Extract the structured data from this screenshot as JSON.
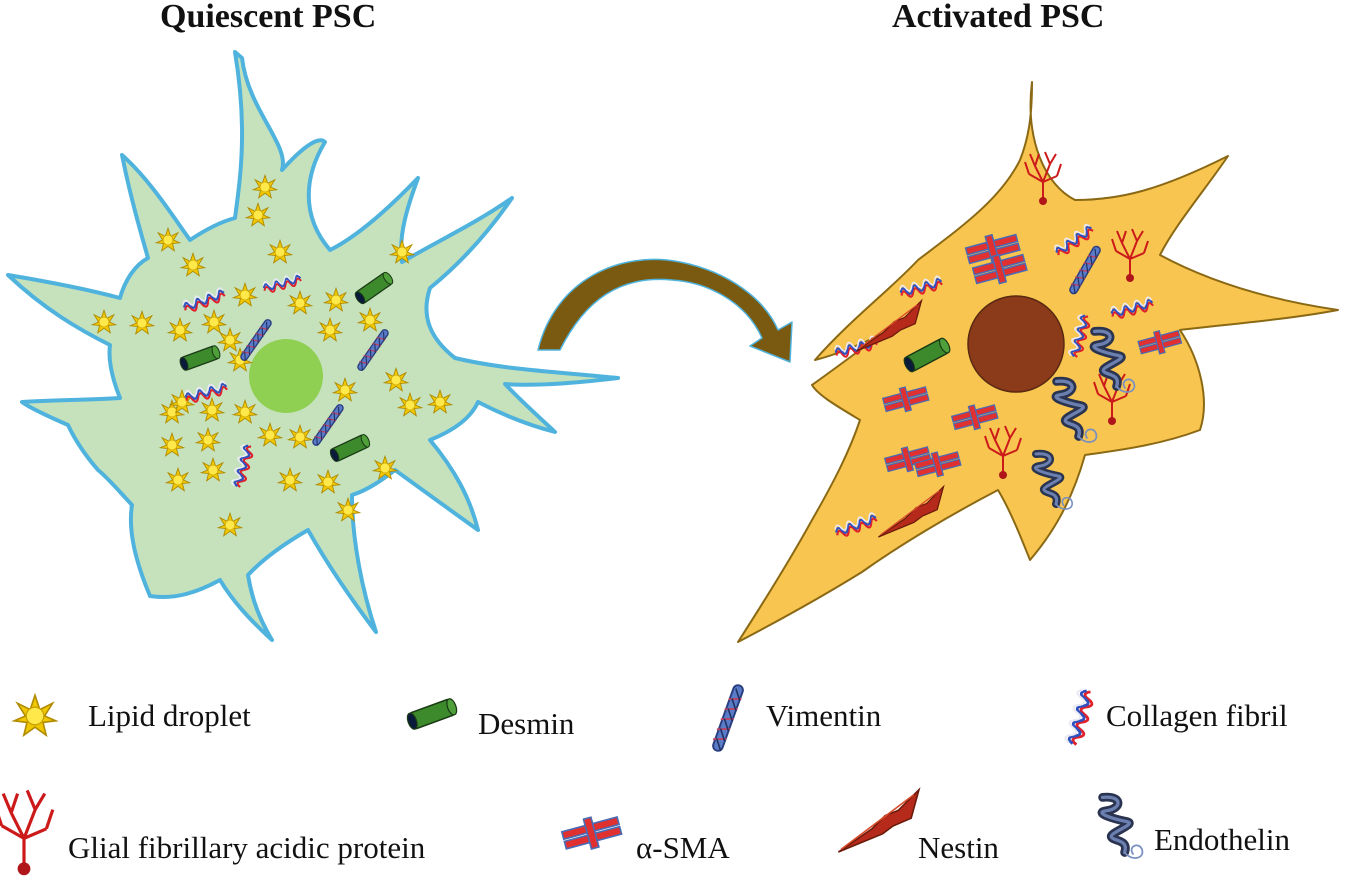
{
  "titles": {
    "quiescent": "Quiescent PSC",
    "activated": "Activated PSC"
  },
  "colors": {
    "quiescent_fill": "#c5e2bd",
    "quiescent_outline": "#4fb3dd",
    "quiescent_nucleus": "#8fd052",
    "activated_fill": "#f8c650",
    "activated_outline": "#8b6914",
    "activated_nucleus": "#8b3a1a",
    "arrow": "#7a5a10",
    "lipid": "#f0c800",
    "desmin": "#3d8a2d",
    "vimentin": "#4a6bb5",
    "collagen_red": "#e0202a",
    "collagen_blue": "#3050c0",
    "gfap": "#cc1a1a",
    "asma_red": "#e03030",
    "asma_blue": "#4a6bb5",
    "nestin": "#b52a1a",
    "endothelin": "#3a4a6a"
  },
  "legend": {
    "lipid_droplet": {
      "label": "Lipid droplet",
      "icon": "lipid-droplet-icon"
    },
    "desmin": {
      "label": "Desmin",
      "icon": "desmin-icon"
    },
    "vimentin": {
      "label": "Vimentin",
      "icon": "vimentin-icon"
    },
    "collagen_fibril": {
      "label": "Collagen fibril",
      "icon": "collagen-fibril-icon"
    },
    "gfap": {
      "label": "Glial fibrillary acidic protein",
      "icon": "gfap-icon"
    },
    "asma": {
      "label": "α-SMA",
      "icon": "asma-icon"
    },
    "nestin": {
      "label": "Nestin",
      "icon": "nestin-icon"
    },
    "endothelin": {
      "label": "Endothelin",
      "icon": "endothelin-icon"
    }
  }
}
